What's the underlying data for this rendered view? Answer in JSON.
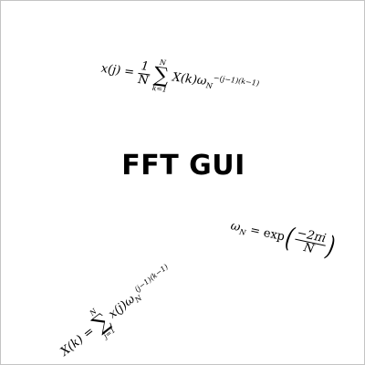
{
  "window": {
    "title": "FFT GUI"
  },
  "equations": {
    "inverse": {
      "lhs": "x(j) =",
      "frac_num": "1",
      "frac_den": "N",
      "sum_upper": "N",
      "sum_lower": "k=1",
      "sum_symbol": "∑",
      "term": "X(k)ω",
      "term_sub": "N",
      "term_sup": "−(j−1)(k−1)"
    },
    "omega": {
      "lhs_symbol": "ω",
      "lhs_sub": "N",
      "equals": "= exp",
      "paren_open": "(",
      "frac_num": "−2πi",
      "frac_den": "N",
      "paren_close": ")"
    },
    "forward": {
      "lhs": "X(k) =",
      "sum_upper": "N",
      "sum_lower": "j=1",
      "sum_symbol": "∑",
      "term": "x(j)ω",
      "term_sub": "N",
      "term_sup": "(j−1)(k−1)"
    }
  }
}
